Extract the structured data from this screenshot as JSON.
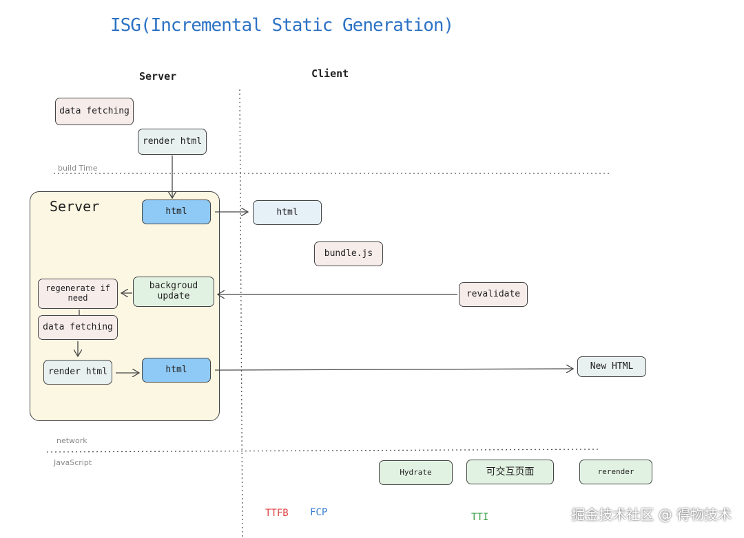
{
  "title": "ISG(Incremental Static Generation)",
  "columns": {
    "server": "Server",
    "client": "Client"
  },
  "sections": {
    "build_time": "build Time",
    "network": "network",
    "javascript": "JavaScript"
  },
  "server_box": {
    "label": "Server"
  },
  "nodes": {
    "data_fetching_top": "data fetching",
    "render_html_top": "render html",
    "server_html_1": "html",
    "client_html": "html",
    "bundle_js": "bundle.js",
    "background_update": "backgroud update",
    "revalidate": "revalidate",
    "regenerate": "regenerate if need",
    "data_fetching_inner": "data fetching",
    "render_html_inner": "render html",
    "server_html_2": "html",
    "new_html": "New HTML",
    "hydrate": "Hydrate",
    "interactive_page": "可交互页面",
    "rerender": "rerender"
  },
  "metrics": {
    "ttfb": "TTFB",
    "fcp": "FCP",
    "tti": "TTI"
  },
  "colors": {
    "ttfb": "#e04444",
    "fcp": "#3a7fd0",
    "tti": "#3aa14a",
    "title": "#2d73c4"
  },
  "watermark": "掘金技术社区 @ 得物技术"
}
